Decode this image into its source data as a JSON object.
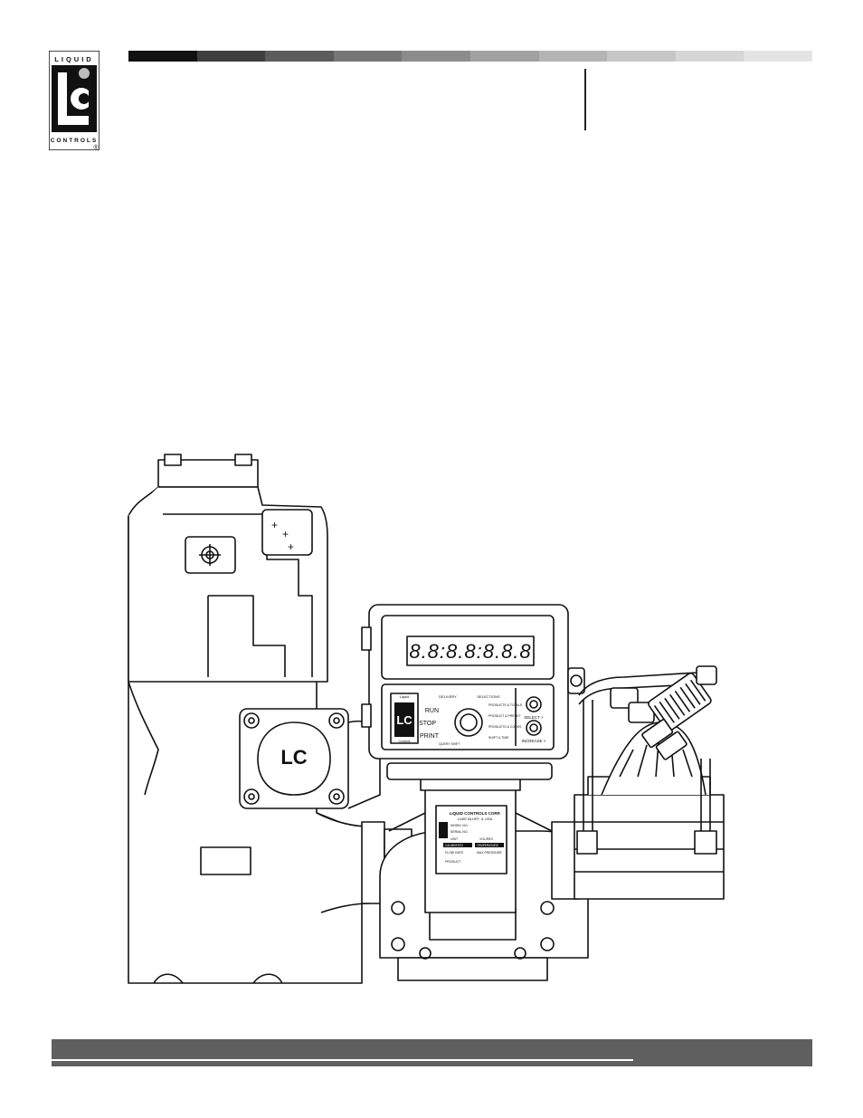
{
  "logo": {
    "top_text": "LIQUID",
    "bottom_text": "CONTROLS",
    "registered": "®",
    "letters": "LC"
  },
  "header": {
    "gradient_colors": [
      "#111111",
      "#3f3f3f",
      "#5c5c5c",
      "#767676",
      "#8c8c8c",
      "#a1a1a1",
      "#b4b4b4",
      "#c6c6c6",
      "#d6d6d6",
      "#e4e4e4"
    ]
  },
  "register": {
    "display": "8.8:8.8:8.8.8",
    "brand_top": "Liquid",
    "brand_bottom": "Controls",
    "dial_left": [
      "RUN",
      "STOP",
      "PRINT"
    ],
    "dial_top_left": "DELIVERY",
    "dial_top_right": "SELECTIONS",
    "dial_bottom_left": "QUERY SHIFT",
    "dial_right": [
      "PRODUCTS & TOTALS",
      "PRODUCT & PRESET",
      "PRODUCTS & CODES",
      "SHIFT & TIME"
    ],
    "select_label": "SELECT >",
    "increase_label": "INCREASE >"
  },
  "nameplate": {
    "company": "LIQUID CONTROLS CORP.",
    "location": "LAKE BLUFF, IL USA",
    "model_label": "MODEL NO.",
    "serial_label": "SERIAL NO.",
    "unit_label": "UNIT",
    "vol_label": "VOL/REV",
    "cal_label": "CALIBRATED",
    "temp_label": "TEMPERATURE",
    "flow_label": "FLOW RATE",
    "pressure_label": "MAX PRESSURE",
    "product_label": "PRODUCT"
  }
}
